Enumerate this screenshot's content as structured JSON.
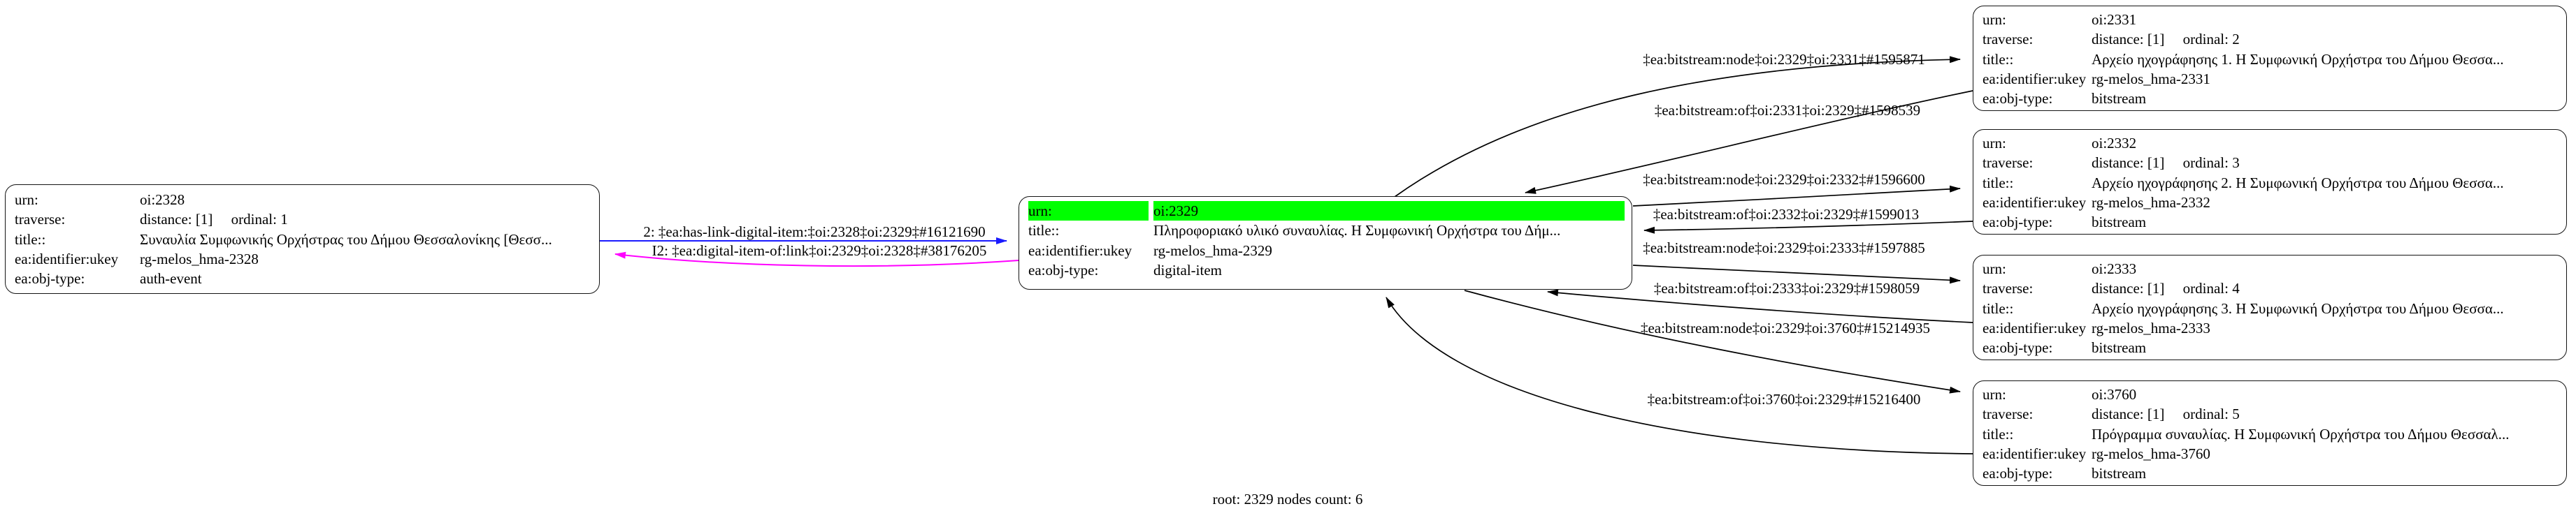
{
  "caption": "root: 2329 nodes count: 6",
  "colors": {
    "highlight_green": "#00ff00",
    "forward_link_blue": "#1a1aff",
    "inverse_link_magenta": "#ff00ff",
    "edge_black": "#000000"
  },
  "nodes": [
    {
      "id": "oi:2328",
      "rows": [
        {
          "label": "urn:",
          "value": "oi:2328"
        },
        {
          "label": "traverse:",
          "value": "distance: [1]     ordinal: 1"
        },
        {
          "label": "title::",
          "value": "Συναυλία Συμφωνικής Ορχήστρας του Δήμου Θεσσαλονίκης [Θεσσ..."
        },
        {
          "label": "ea:identifier:ukey",
          "value": "rg-melos_hma-2328"
        },
        {
          "label": "ea:obj-type:",
          "value": "auth-event"
        }
      ]
    },
    {
      "id": "oi:2329",
      "highlighted": true,
      "rows": [
        {
          "label": "urn:",
          "value": "oi:2329"
        },
        {
          "label": "title::",
          "value": "Πληροφοριακό υλικό συναυλίας. Η Συμφωνική Ορχήστρα του Δήμ..."
        },
        {
          "label": "ea:identifier:ukey",
          "value": "rg-melos_hma-2329"
        },
        {
          "label": "ea:obj-type:",
          "value": "digital-item"
        }
      ]
    },
    {
      "id": "oi:2331",
      "rows": [
        {
          "label": "urn:",
          "value": "oi:2331"
        },
        {
          "label": "traverse:",
          "value": "distance: [1]     ordinal: 2"
        },
        {
          "label": "title::",
          "value": "Αρχείο ηχογράφησης 1. Η Συμφωνική Ορχήστρα του Δήμου Θεσσα..."
        },
        {
          "label": "ea:identifier:ukey",
          "value": "rg-melos_hma-2331"
        },
        {
          "label": "ea:obj-type:",
          "value": "bitstream"
        }
      ]
    },
    {
      "id": "oi:2332",
      "rows": [
        {
          "label": "urn:",
          "value": "oi:2332"
        },
        {
          "label": "traverse:",
          "value": "distance: [1]     ordinal: 3"
        },
        {
          "label": "title::",
          "value": "Αρχείο ηχογράφησης 2. Η Συμφωνική Ορχήστρα του Δήμου Θεσσα..."
        },
        {
          "label": "ea:identifier:ukey",
          "value": "rg-melos_hma-2332"
        },
        {
          "label": "ea:obj-type:",
          "value": "bitstream"
        }
      ]
    },
    {
      "id": "oi:2333",
      "rows": [
        {
          "label": "urn:",
          "value": "oi:2333"
        },
        {
          "label": "traverse:",
          "value": "distance: [1]     ordinal: 4"
        },
        {
          "label": "title::",
          "value": "Αρχείο ηχογράφησης 3. Η Συμφωνική Ορχήστρα του Δήμου Θεσσα..."
        },
        {
          "label": "ea:identifier:ukey",
          "value": "rg-melos_hma-2333"
        },
        {
          "label": "ea:obj-type:",
          "value": "bitstream"
        }
      ]
    },
    {
      "id": "oi:3760",
      "rows": [
        {
          "label": "urn:",
          "value": "oi:3760"
        },
        {
          "label": "traverse:",
          "value": "distance: [1]     ordinal: 5"
        },
        {
          "label": "title::",
          "value": "Πρόγραμμα συναυλίας. Η Συμφωνική Ορχήστρα του Δήμου Θεσσαλ..."
        },
        {
          "label": "ea:identifier:ukey",
          "value": "rg-melos_hma-3760"
        },
        {
          "label": "ea:obj-type:",
          "value": "bitstream"
        }
      ]
    }
  ],
  "edges": [
    {
      "label": "2: ‡ea:has-link-digital-item:‡oi:2328‡oi:2329‡#16121690",
      "color": "#1a1aff"
    },
    {
      "label": "I2: ‡ea:digital-item-of:link‡oi:2329‡oi:2328‡#38176205",
      "color": "#ff00ff"
    },
    {
      "label": "‡ea:bitstream:node‡oi:2329‡oi:2331‡#1595871",
      "color": "#000000"
    },
    {
      "label": "‡ea:bitstream:of‡oi:2331‡oi:2329‡#1598539",
      "color": "#000000"
    },
    {
      "label": "‡ea:bitstream:node‡oi:2329‡oi:2332‡#1596600",
      "color": "#000000"
    },
    {
      "label": "‡ea:bitstream:of‡oi:2332‡oi:2329‡#1599013",
      "color": "#000000"
    },
    {
      "label": "‡ea:bitstream:node‡oi:2329‡oi:2333‡#1597885",
      "color": "#000000"
    },
    {
      "label": "‡ea:bitstream:of‡oi:2333‡oi:2329‡#1598059",
      "color": "#000000"
    },
    {
      "label": "‡ea:bitstream:node‡oi:2329‡oi:3760‡#15214935",
      "color": "#000000"
    },
    {
      "label": "‡ea:bitstream:of‡oi:3760‡oi:2329‡#15216400",
      "color": "#000000"
    }
  ]
}
